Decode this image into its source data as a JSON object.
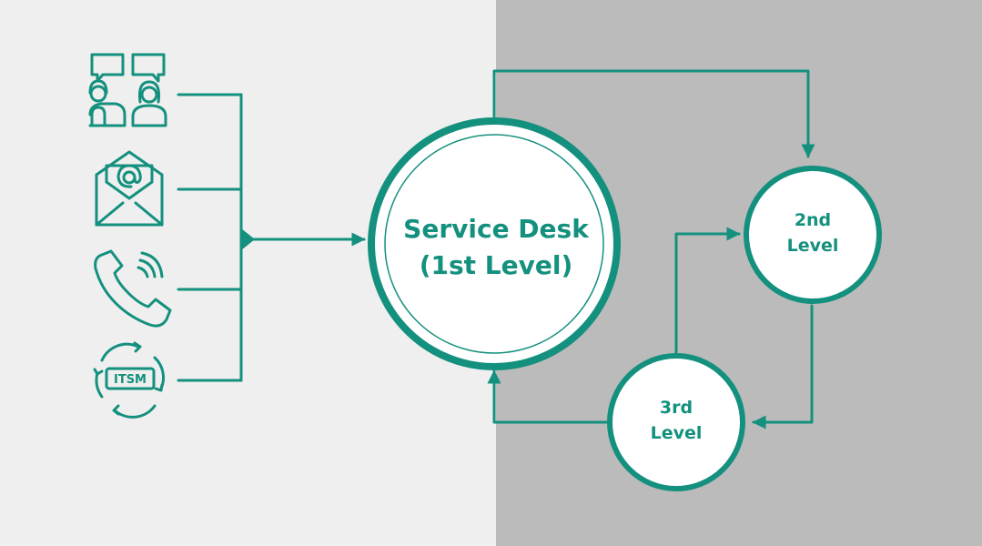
{
  "colors": {
    "accent": "#14907e",
    "left_background": "#efefef",
    "right_background": "#bbbbbb",
    "node_fill": "#ffffff"
  },
  "channels": [
    {
      "name": "chat-support",
      "icon": "chat-agents-icon"
    },
    {
      "name": "email",
      "icon": "email-icon"
    },
    {
      "name": "phone",
      "icon": "phone-icon"
    },
    {
      "name": "itsm",
      "icon": "itsm-icon",
      "label": "ITSM"
    }
  ],
  "nodes": {
    "service_desk": {
      "line1": "Service Desk",
      "line2": "(1st Level)"
    },
    "second_level": {
      "line1": "2nd",
      "line2": "Level"
    },
    "third_level": {
      "line1": "3rd",
      "line2": "Level"
    }
  }
}
